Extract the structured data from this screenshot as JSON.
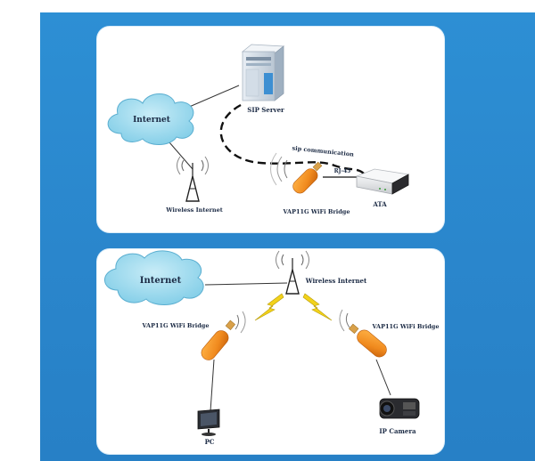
{
  "top_diagram": {
    "cloud_label": "Internet",
    "server_label": "SIP Server",
    "sip_link_label": "sip communication",
    "rj45_label": "RJ-45",
    "tower_label": "Wireless Internet",
    "bridge_label": "VAP11G WiFi Bridge",
    "ata_label": "ATA"
  },
  "bottom_diagram": {
    "cloud_label": "Internet",
    "tower_label": "Wireless Internet",
    "bridge_left_label": "VAP11G WiFi Bridge",
    "bridge_right_label": "VAP11G WiFi Bridge",
    "pc_label": "PC",
    "camera_label": "IP Camera"
  },
  "colors": {
    "background_blue": "#2a86cc",
    "cloud_fill": "#8fd3ea",
    "bridge_orange": "#f08a1e",
    "lightning_yellow": "#f2d21b"
  }
}
